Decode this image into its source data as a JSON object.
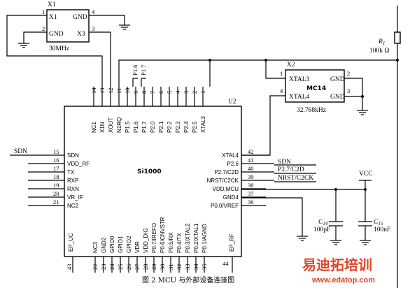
{
  "figure_caption": "图 2   MCU 与外部设备连接图",
  "x1": {
    "ref": "X1",
    "pins": [
      {
        "num": "1",
        "name": "X1"
      },
      {
        "num": "2",
        "name": "GND"
      },
      {
        "num": "4",
        "name": "GND"
      },
      {
        "num": "3",
        "name": "X3"
      }
    ],
    "freq": "30MHz"
  },
  "x2": {
    "ref": "X2",
    "part": "MC14",
    "pins": [
      {
        "num": "1",
        "name": "XTAL3"
      },
      {
        "num": "4",
        "name": "XTAL4"
      },
      {
        "num": "2",
        "name": "GND"
      },
      {
        "num": "3",
        "name": "GND"
      }
    ],
    "freq": "32.768kHz"
  },
  "resistor": {
    "ref": "R",
    "sub": "1",
    "value": "100k Ω"
  },
  "u2": {
    "ref": "U2",
    "part": "Si1000",
    "top_pins": [
      {
        "num": "14",
        "name": "NC1"
      },
      {
        "num": "13",
        "name": "X1N"
      },
      {
        "num": "12",
        "name": "XOUT"
      },
      {
        "num": "11",
        "name": "N1RQ"
      },
      {
        "num": "10",
        "name": "P1.5"
      },
      {
        "num": "9",
        "name": "P1.6"
      },
      {
        "num": "8",
        "name": "P1.7"
      },
      {
        "num": "7",
        "name": "P2.0"
      },
      {
        "num": "6",
        "name": "P2.1"
      },
      {
        "num": "5",
        "name": "P2.2"
      },
      {
        "num": "4",
        "name": "P2.3"
      },
      {
        "num": "3",
        "name": "P2.4"
      },
      {
        "num": "2",
        "name": "P2.5"
      },
      {
        "num": "1",
        "name": "XTAL3"
      }
    ],
    "top_net_labels": [
      "P1.6",
      "P1.7"
    ],
    "left_pins": [
      {
        "num": "15",
        "name": "SDN"
      },
      {
        "num": "16",
        "name": "VDD_RF"
      },
      {
        "num": "17",
        "name": "TX"
      },
      {
        "num": "18",
        "name": "RXP"
      },
      {
        "num": "19",
        "name": "RXN"
      },
      {
        "num": "20",
        "name": "VR_IF"
      },
      {
        "num": "21",
        "name": "NC2"
      }
    ],
    "left_net_label": "SDN",
    "right_pins": [
      {
        "num": "42",
        "name": "XTAL4"
      },
      {
        "num": "41",
        "name": "P2.6"
      },
      {
        "num": "40",
        "name": "P2.7/C2D"
      },
      {
        "num": "39",
        "name": "NRST/C2CK"
      },
      {
        "num": "38",
        "name": "VDD,MCU"
      },
      {
        "num": "37",
        "name": "GND4"
      },
      {
        "num": "36",
        "name": "P0.0/VREF"
      }
    ],
    "right_net_labels": [
      "SDN",
      "P2.7/C2D",
      "NRST/C2CK"
    ],
    "bottom_pins": [
      {
        "num": "22",
        "name": "NC3"
      },
      {
        "num": "23",
        "name": "GND2"
      },
      {
        "num": "24",
        "name": "GPIO0"
      },
      {
        "num": "25",
        "name": "GPIO1"
      },
      {
        "num": "26",
        "name": "GPIO2"
      },
      {
        "num": "27",
        "name": "VDR"
      },
      {
        "num": "28",
        "name": "VDD_DIG"
      },
      {
        "num": "29",
        "name": "P0.7/IREFO"
      },
      {
        "num": "30",
        "name": "P0.6/CNVSTR"
      },
      {
        "num": "31",
        "name": "P0.5/RX"
      },
      {
        "num": "32",
        "name": "P0.4/TX"
      },
      {
        "num": "33",
        "name": "P0.3/XTAL2"
      },
      {
        "num": "34",
        "name": "P0.2/XTAL1"
      },
      {
        "num": "35",
        "name": "P0.1/AGND"
      }
    ],
    "ep_uc": {
      "num": "43",
      "name": "EP_UC"
    },
    "ep_rf": {
      "num": "44",
      "name": "EP_RF"
    }
  },
  "vcc": "VCC",
  "c14": {
    "ref": "C",
    "sub": "14",
    "value": "100pF"
  },
  "c15": {
    "ref": "C",
    "sub": "15",
    "value": "100nF"
  },
  "watermark": {
    "cn": "易迪拓培训",
    "url": "www.edatop.com"
  }
}
